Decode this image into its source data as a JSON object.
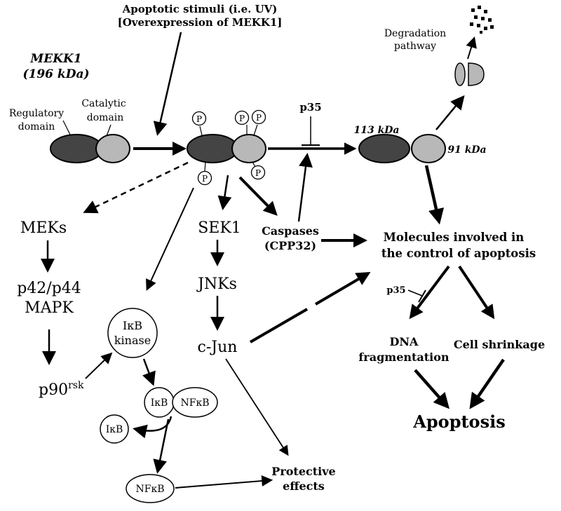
{
  "stimulus": {
    "line1": "Apoptotic stimuli (i.e. UV)",
    "line2": "[Overexpression of MEKK1]"
  },
  "mekk1": {
    "name": "MEKK1",
    "size": "(196 kDa)",
    "regulatory_line1": "Regulatory",
    "regulatory_line2": "domain",
    "catalytic_line1": "Catalytic",
    "catalytic_line2": "domain"
  },
  "phospho_label": "P",
  "p35_label": "p35",
  "fragments": {
    "large": "113 kDa",
    "small": "91 kDa"
  },
  "degradation": {
    "line1": "Degradation",
    "line2": "pathway"
  },
  "pathway_nodes": {
    "meks": "MEKs",
    "p42_line1": "p42/p44",
    "p42_line2": "MAPK",
    "p90": "p90",
    "p90_sup": "rsk",
    "sek1": "SEK1",
    "jnks": "JNKs",
    "cjun": "c-Jun",
    "caspases_line1": "Caspases",
    "caspases_line2": "(CPP32)",
    "ikb_kinase_line1": "IκB",
    "ikb_kinase_line2": "kinase",
    "ikb": "IκB",
    "nfkb": "NFκB",
    "ikb_free": "IκB",
    "nfkb_free": "NFκB"
  },
  "outcomes": {
    "molecules_line1": "Molecules involved in",
    "molecules_line2": "the control of apoptosis",
    "dna_line1": "DNA",
    "dna_line2": "fragmentation",
    "shrinkage": "Cell shrinkage",
    "apoptosis": "Apoptosis",
    "protective_line1": "Protective",
    "protective_line2": "effects"
  },
  "colors": {
    "regulatory_domain": "#444444",
    "catalytic_domain": "#b8b8b8",
    "line": "#000000"
  }
}
